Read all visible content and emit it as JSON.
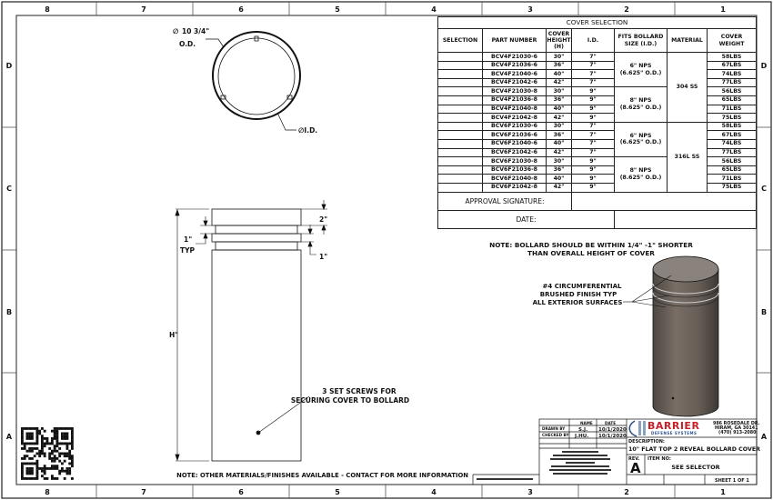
{
  "border": {
    "columns": [
      "8",
      "7",
      "6",
      "5",
      "4",
      "3",
      "2",
      "1"
    ],
    "rows": [
      "D",
      "C",
      "B",
      "A"
    ]
  },
  "top_view": {
    "od_symbol": "∅",
    "od_value": "10 3/4\"",
    "od_label": "O.D.",
    "id_label": "∅I.D."
  },
  "side_view": {
    "height_label": "H\"",
    "dim_top": "2\"",
    "dim_typ_value": "1\"",
    "dim_typ_label": "TYP",
    "dim_right": "1\"",
    "set_screws_note": [
      "3 SET SCREWS FOR",
      "SECURING COVER TO BOLLARD"
    ]
  },
  "iso_view": {
    "finish_note": [
      "#4 CIRCUMFERENTIAL",
      "BRUSHED FINISH TYP",
      "ALL EXTERIOR SURFACES"
    ],
    "colors": {
      "body": "#6b625b",
      "top": "#8a827c"
    }
  },
  "cover_selection": {
    "title": "COVER SELECTION",
    "headers": [
      "SELECTION",
      "PART NUMBER",
      "COVER HEIGHT (H)",
      "I.D.",
      "FITS BOLLARD SIZE (I.D.)",
      "MATERIAL",
      "COVER WEIGHT"
    ],
    "rows": [
      {
        "part": "BCV4F21030-6",
        "height": "30\"",
        "id": "7\"",
        "weight": "58LBS"
      },
      {
        "part": "BCV4F21036-6",
        "height": "36\"",
        "id": "7\"",
        "weight": "67LBS"
      },
      {
        "part": "BCV4F21040-6",
        "height": "40\"",
        "id": "7\"",
        "weight": "74LBS"
      },
      {
        "part": "BCV4F21042-6",
        "height": "42\"",
        "id": "7\"",
        "weight": "77LBS"
      },
      {
        "part": "BCV4F21030-8",
        "height": "30\"",
        "id": "9\"",
        "weight": "56LBS"
      },
      {
        "part": "BCV4F21036-8",
        "height": "36\"",
        "id": "9\"",
        "weight": "65LBS"
      },
      {
        "part": "BCV4F21040-8",
        "height": "40\"",
        "id": "9\"",
        "weight": "71LBS"
      },
      {
        "part": "BCV4F21042-8",
        "height": "42\"",
        "id": "9\"",
        "weight": "75LBS"
      },
      {
        "part": "BCV6F21030-6",
        "height": "30\"",
        "id": "7\"",
        "weight": "58LBS"
      },
      {
        "part": "BCV6F21036-6",
        "height": "36\"",
        "id": "7\"",
        "weight": "67LBS"
      },
      {
        "part": "BCV6F21040-6",
        "height": "40\"",
        "id": "7\"",
        "weight": "74LBS"
      },
      {
        "part": "BCV6F21042-6",
        "height": "42\"",
        "id": "7\"",
        "weight": "77LBS"
      },
      {
        "part": "BCV6F21030-8",
        "height": "30\"",
        "id": "9\"",
        "weight": "56LBS"
      },
      {
        "part": "BCV6F21036-8",
        "height": "36\"",
        "id": "9\"",
        "weight": "65LBS"
      },
      {
        "part": "BCV6F21040-8",
        "height": "40\"",
        "id": "9\"",
        "weight": "71LBS"
      },
      {
        "part": "BCV6F21042-8",
        "height": "42\"",
        "id": "9\"",
        "weight": "75LBS"
      }
    ],
    "fits": [
      {
        "line1": "6\" NPS",
        "line2": "(6.625\" O.D.)"
      },
      {
        "line1": "8\" NPS",
        "line2": "(8.625\" O.D.)"
      },
      {
        "line1": "6\" NPS",
        "line2": "(6.625\" O.D.)"
      },
      {
        "line1": "8\" NPS",
        "line2": "(8.625\" O.D.)"
      }
    ],
    "materials": [
      "304 SS",
      "316L SS"
    ],
    "approval_label": "APPROVAL SIGNATURE:",
    "date_label": "DATE:"
  },
  "bollard_note": [
    "NOTE: BOLLARD SHOULD BE WITHIN 1/4\" -1\" SHORTER",
    "THAN OVERALL HEIGHT OF COVER"
  ],
  "bottom_note": "NOTE: OTHER MATERIALS/FINISHES AVAILABLE - CONTACT FOR MORE INFORMATION",
  "title_block": {
    "name_header": "NAME",
    "date_header": "DATE",
    "drawn_by_label": "DRAWN BY",
    "drawn_by": "S.J.",
    "drawn_date": "10/1/2020",
    "checked_by_label": "CHECKED BY",
    "checked_by": "J.HU.",
    "checked_date": "10/1/2020",
    "company": "BARRIER",
    "company_sub": "DEFENSE SYSTEMS",
    "address": [
      "986 ROSEDALE DR.",
      "HIRAM, GA 30141",
      "(470) 913-2080"
    ],
    "description_label": "DESCRIPTION:",
    "description": "10\" FLAT TOP 2 REVEAL BOLLARD COVER",
    "rev_label": "REV.",
    "rev": "A",
    "item_label": "ITEM NO:",
    "item": "SEE SELECTOR",
    "sheet": "SHEET 1 OF 1",
    "brand_color": "#c8202a"
  }
}
